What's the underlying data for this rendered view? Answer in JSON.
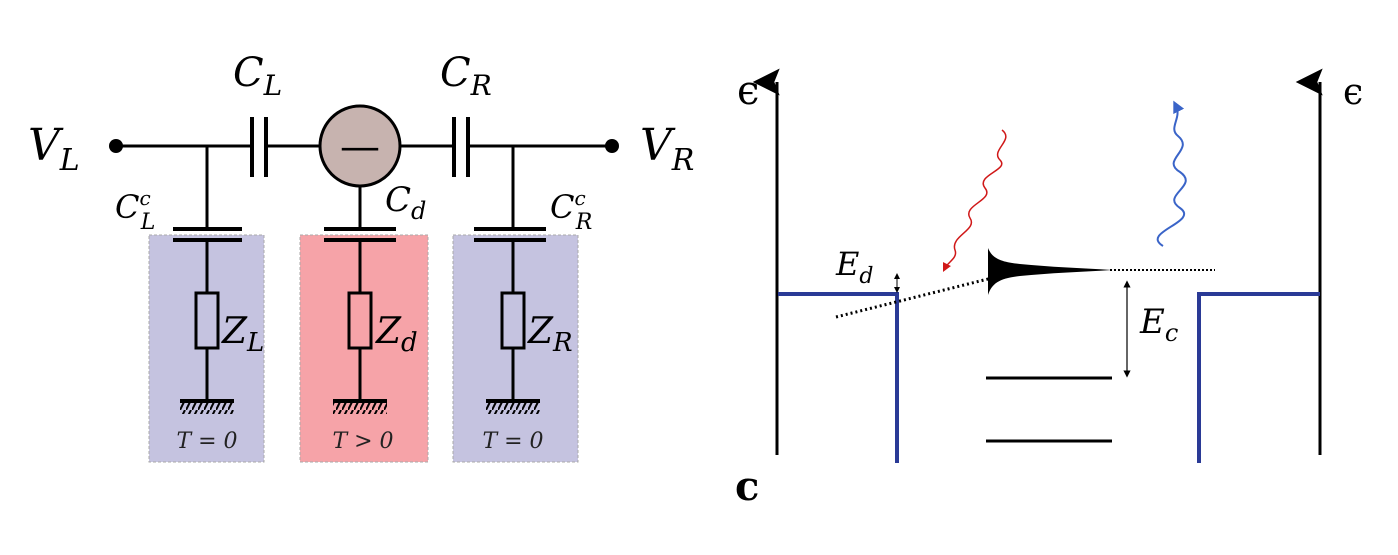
{
  "circuit": {
    "labels": {
      "V_L": {
        "main": "V",
        "sub": "L"
      },
      "V_R": {
        "main": "V",
        "sub": "R"
      },
      "C_L": {
        "main": "C",
        "sub": "L"
      },
      "C_R": {
        "main": "C",
        "sub": "R"
      },
      "C_d": {
        "main": "C",
        "sub": "d"
      },
      "C_L_c": {
        "main": "C",
        "sub": "L",
        "sup": "c"
      },
      "C_R_c": {
        "main": "C",
        "sub": "R",
        "sup": "c"
      },
      "Z_L": {
        "main": "Z",
        "sub": "L"
      },
      "Z_d": {
        "main": "Z",
        "sub": "d"
      },
      "Z_R": {
        "main": "Z",
        "sub": "R"
      },
      "dot_symbol": "—"
    },
    "temps": {
      "left": "T = 0",
      "middle": "T > 0",
      "right": "T = 0"
    },
    "colors": {
      "bath_cold": "#c5c3e0",
      "bath_hot": "#f6a3a8",
      "island": "#c7b3af"
    }
  },
  "energy": {
    "panel_label": "c",
    "eps_left": "ϵ",
    "eps_right": "ϵ",
    "E_d": {
      "main": "E",
      "sub": "d"
    },
    "E_c": {
      "main": "E",
      "sub": "c"
    },
    "colors": {
      "wall": "#2a3a96",
      "photon_in": "#d01818",
      "photon_out": "#3a64c8"
    }
  }
}
